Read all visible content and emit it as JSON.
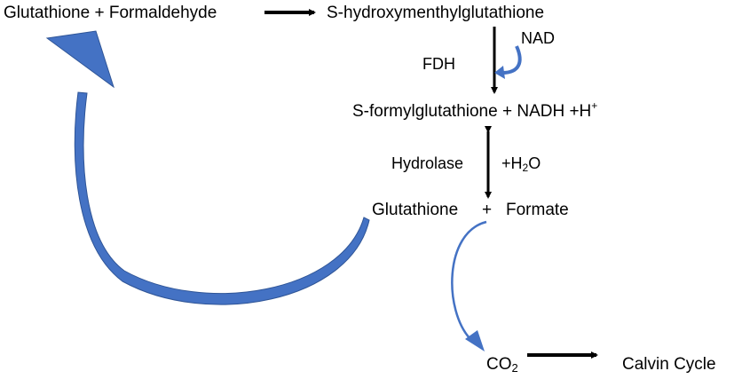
{
  "reactants": {
    "left": "Glutathione + Formaldehyde",
    "product": "S-hydroxymenthylglutathione"
  },
  "step1": {
    "enzyme": "FDH",
    "cofactor": "NAD"
  },
  "intermediate": {
    "main": "S-formylglutathione + NADH +H",
    "superscript": "+"
  },
  "step2": {
    "enzyme": "Hydrolase",
    "water_prefix": "+H",
    "water_sub": "2",
    "water_suffix": "O"
  },
  "products": {
    "glutathione": "Glutathione",
    "plus": "+",
    "formate": "Formate"
  },
  "end": {
    "co2_main": "CO",
    "co2_sub": "2",
    "calvin": "Calvin Cycle"
  },
  "colors": {
    "arrow_blue": "#4472C4",
    "arrow_blue_dark": "#2F5597",
    "black": "#000000"
  }
}
